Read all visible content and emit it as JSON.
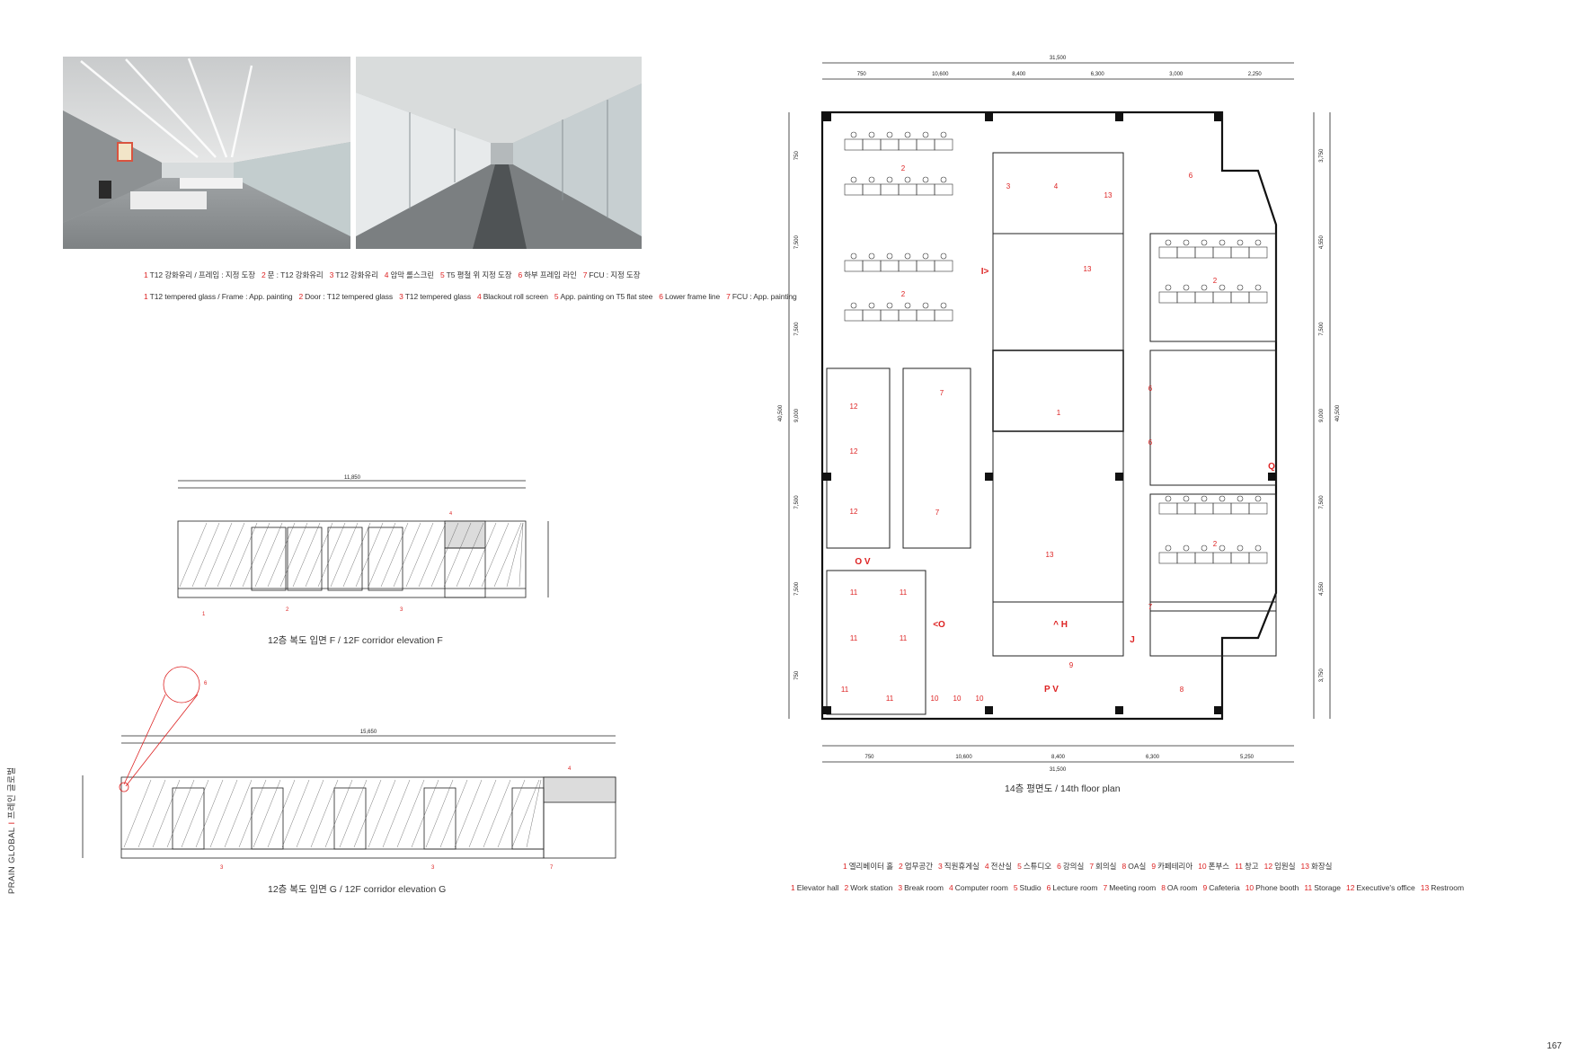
{
  "captions": {
    "korean": [
      {
        "num": "1",
        "text": "T12 강화유리 / 프레임 : 지정 도장"
      },
      {
        "num": "2",
        "text": "문 : T12 강화유리"
      },
      {
        "num": "3",
        "text": "T12 강화유리"
      },
      {
        "num": "4",
        "text": "암막 롤스크린"
      },
      {
        "num": "5",
        "text": "T5 평철 위 지정 도장"
      },
      {
        "num": "6",
        "text": "하부 프레임 라인"
      },
      {
        "num": "7",
        "text": "FCU : 지정 도장"
      }
    ],
    "english": [
      {
        "num": "1",
        "text": "T12 tempered glass / Frame : App. painting"
      },
      {
        "num": "2",
        "text": "Door : T12 tempered glass"
      },
      {
        "num": "3",
        "text": "T12 tempered glass"
      },
      {
        "num": "4",
        "text": "Blackout roll screen"
      },
      {
        "num": "5",
        "text": "App. painting on T5 flat stee"
      },
      {
        "num": "6",
        "text": "Lower frame line"
      },
      {
        "num": "7",
        "text": "FCU : App. painting"
      }
    ]
  },
  "elevations": {
    "f_title": "12층 복도 입면 F / 12F corridor elevation F",
    "g_title": "12층 복도 입면 G / 12F corridor elevation G",
    "f_total": "11,850",
    "g_total": "15,650"
  },
  "plan": {
    "title": "14층 평면도 / 14th floor plan",
    "total_width": "31,500",
    "top_dims": [
      "750",
      "10,600",
      "8,400",
      "6,300",
      "3,000",
      "2,250"
    ],
    "bottom_dims": [
      "750",
      "10,600",
      "8,400",
      "6,300",
      "5,250"
    ],
    "left_dims": [
      "750",
      "7,500",
      "7,500",
      "9,000",
      "7,500",
      "7,500",
      "750"
    ],
    "left_total": "40,500",
    "right_total": "40,500",
    "right_dims": [
      "3,750",
      "4,550",
      "7,500",
      "9,000",
      "7,500",
      "4,550",
      "3,750"
    ],
    "markers": [
      "I>",
      "<O",
      "O V",
      "^ H",
      "J",
      "P V",
      "Q"
    ]
  },
  "legend": {
    "korean": [
      {
        "num": "1",
        "text": "엘리베이터 홀"
      },
      {
        "num": "2",
        "text": "업무공간"
      },
      {
        "num": "3",
        "text": "직원휴게실"
      },
      {
        "num": "4",
        "text": "전산실"
      },
      {
        "num": "5",
        "text": "스튜디오"
      },
      {
        "num": "6",
        "text": "강의실"
      },
      {
        "num": "7",
        "text": "회의실"
      },
      {
        "num": "8",
        "text": "OA실"
      },
      {
        "num": "9",
        "text": "카페테리아"
      },
      {
        "num": "10",
        "text": "폰부스"
      },
      {
        "num": "11",
        "text": "창고"
      },
      {
        "num": "12",
        "text": "임원실"
      },
      {
        "num": "13",
        "text": "화장실"
      }
    ],
    "english": [
      {
        "num": "1",
        "text": "Elevator hall"
      },
      {
        "num": "2",
        "text": "Work station"
      },
      {
        "num": "3",
        "text": "Break room"
      },
      {
        "num": "4",
        "text": "Computer room"
      },
      {
        "num": "5",
        "text": "Studio"
      },
      {
        "num": "6",
        "text": "Lecture room"
      },
      {
        "num": "7",
        "text": "Meeting room"
      },
      {
        "num": "8",
        "text": "OA room"
      },
      {
        "num": "9",
        "text": "Cafeteria"
      },
      {
        "num": "10",
        "text": "Phone booth"
      },
      {
        "num": "11",
        "text": "Storage"
      },
      {
        "num": "12",
        "text": "Executive's office"
      },
      {
        "num": "13",
        "text": "Restroom"
      }
    ]
  },
  "side_brand": {
    "name": "PRAIN GLOBAL",
    "sep": "I",
    "korean": "프레인 글로벌"
  },
  "page_number": "167",
  "colors": {
    "accent": "#d22222",
    "line": "#222222",
    "photo_gray": "#b9bcbd"
  }
}
